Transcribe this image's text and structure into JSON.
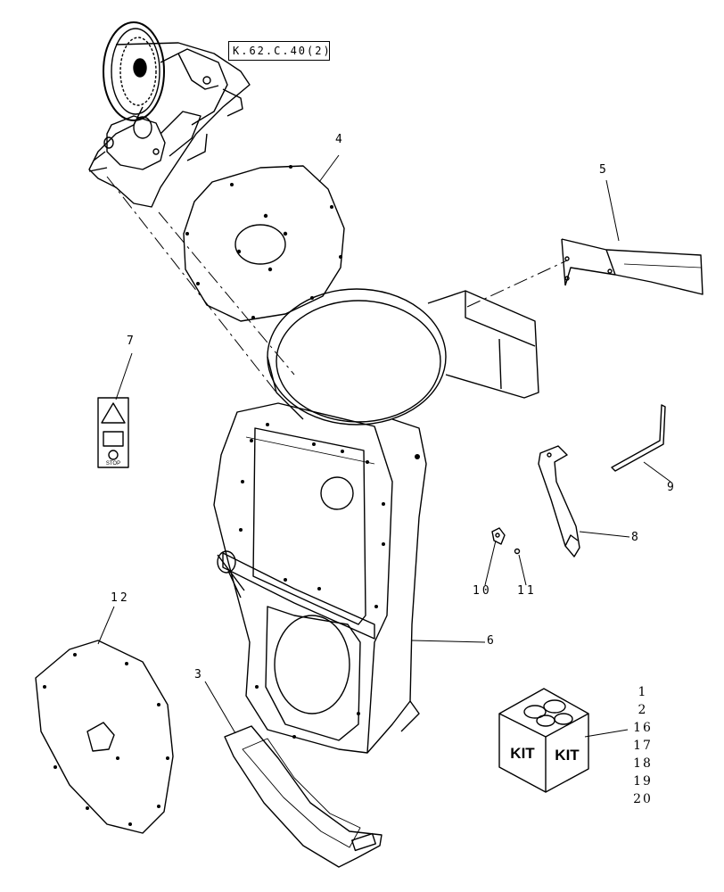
{
  "reference_box": {
    "text": "K.62.C.40(2)"
  },
  "callouts": {
    "c1": "1",
    "c2": "2",
    "c3": "3",
    "c4": "4",
    "c5": "5",
    "c6": "6",
    "c7": "7",
    "c8": "8",
    "c9": "9",
    "c10": "10",
    "c11": "11",
    "c12": "12",
    "c16": "16",
    "c17": "17",
    "c18": "18",
    "c19": "19",
    "c20": "20"
  },
  "kit_box": {
    "left_label": "KIT",
    "right_label": "KIT"
  },
  "decal": {
    "stop_text": "STOP"
  }
}
